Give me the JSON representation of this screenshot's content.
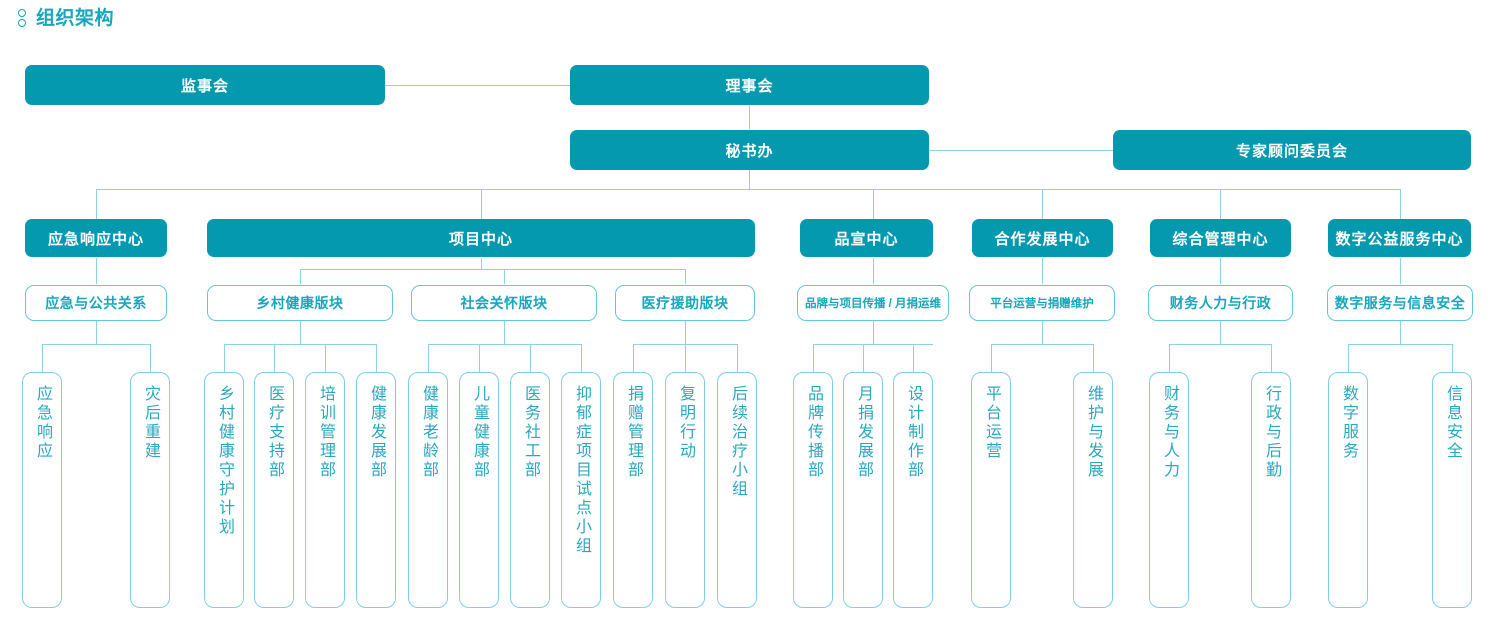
{
  "page": {
    "title": "组织架构",
    "title_icon": "org-node-icon",
    "colors": {
      "fill": "#0499AE",
      "line": "#8BD3E0",
      "outline_border": "#62C8DB",
      "outline_text": "#18A6BD",
      "leaf_border": "#7FD0E0",
      "leaf_text": "#2BA8BE",
      "background": "#FFFFFF"
    }
  },
  "level1": {
    "supervisory_board": "监事会",
    "board_of_directors": "理事会"
  },
  "level2": {
    "secretariat": "秘书办",
    "expert_advisory_committee": "专家顾问委员会"
  },
  "centers": [
    {
      "name": "应急响应中心"
    },
    {
      "name": "项目中心"
    },
    {
      "name": "品宣中心"
    },
    {
      "name": "合作发展中心"
    },
    {
      "name": "综合管理中心"
    },
    {
      "name": "数字公益服务中心"
    }
  ],
  "sections": [
    {
      "name": "应急与公共关系"
    },
    {
      "name": "乡村健康版块"
    },
    {
      "name": "社会关怀版块"
    },
    {
      "name": "医疗援助版块"
    },
    {
      "name": "品牌与项目传播 / 月捐运维"
    },
    {
      "name": "平台运营与捐赠维护"
    },
    {
      "name": "财务人力与行政"
    },
    {
      "name": "数字服务与信息安全"
    }
  ],
  "leaves": [
    {
      "name": "应急响应"
    },
    {
      "name": "灾后重建"
    },
    {
      "name": "乡村健康守护计划"
    },
    {
      "name": "医疗支持部"
    },
    {
      "name": "培训管理部"
    },
    {
      "name": "健康发展部"
    },
    {
      "name": "健康老龄部"
    },
    {
      "name": "儿童健康部"
    },
    {
      "name": "医务社工部"
    },
    {
      "name": "抑郁症项目试点小组"
    },
    {
      "name": "捐赠管理部"
    },
    {
      "name": "复明行动"
    },
    {
      "name": "后续治疗小组"
    },
    {
      "name": "品牌传播部"
    },
    {
      "name": "月捐发展部"
    },
    {
      "name": "设计制作部"
    },
    {
      "name": "平台运营"
    },
    {
      "name": "维护与发展"
    },
    {
      "name": "财务与人力"
    },
    {
      "name": "行政与后勤"
    },
    {
      "name": "数字服务"
    },
    {
      "name": "信息安全"
    }
  ]
}
